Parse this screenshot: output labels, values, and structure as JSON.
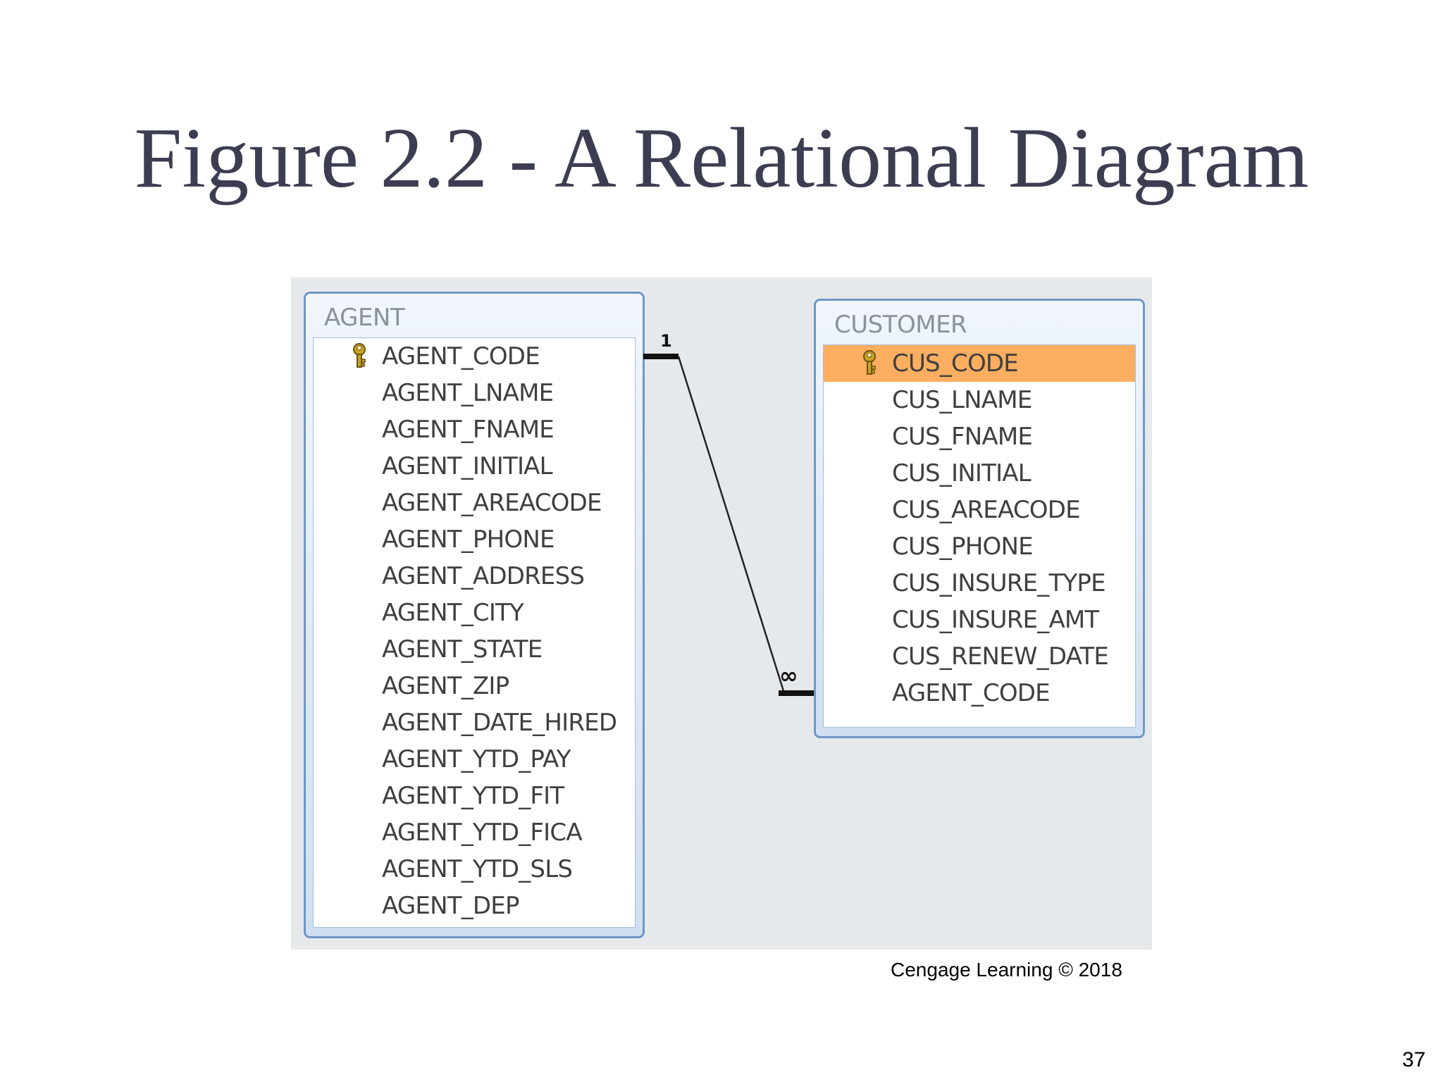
{
  "slide": {
    "title": "Figure 2.2 - A Relational Diagram",
    "credit": "Cengage Learning © 2018",
    "page_number": "37"
  },
  "diagram": {
    "tables": [
      {
        "name": "AGENT",
        "fields": [
          {
            "name": "AGENT_CODE",
            "primary_key": true
          },
          {
            "name": "AGENT_LNAME"
          },
          {
            "name": "AGENT_FNAME"
          },
          {
            "name": "AGENT_INITIAL"
          },
          {
            "name": "AGENT_AREACODE"
          },
          {
            "name": "AGENT_PHONE"
          },
          {
            "name": "AGENT_ADDRESS"
          },
          {
            "name": "AGENT_CITY"
          },
          {
            "name": "AGENT_STATE"
          },
          {
            "name": "AGENT_ZIP"
          },
          {
            "name": "AGENT_DATE_HIRED"
          },
          {
            "name": "AGENT_YTD_PAY"
          },
          {
            "name": "AGENT_YTD_FIT"
          },
          {
            "name": "AGENT_YTD_FICA"
          },
          {
            "name": "AGENT_YTD_SLS"
          },
          {
            "name": "AGENT_DEP"
          }
        ]
      },
      {
        "name": "CUSTOMER",
        "fields": [
          {
            "name": "CUS_CODE",
            "primary_key": true,
            "selected": true
          },
          {
            "name": "CUS_LNAME"
          },
          {
            "name": "CUS_FNAME"
          },
          {
            "name": "CUS_INITIAL"
          },
          {
            "name": "CUS_AREACODE"
          },
          {
            "name": "CUS_PHONE"
          },
          {
            "name": "CUS_INSURE_TYPE"
          },
          {
            "name": "CUS_INSURE_AMT"
          },
          {
            "name": "CUS_RENEW_DATE"
          },
          {
            "name": "AGENT_CODE"
          }
        ]
      }
    ],
    "relationship": {
      "from": "AGENT.AGENT_CODE",
      "to": "CUSTOMER.AGENT_CODE",
      "from_label": "1",
      "to_label": "∞"
    },
    "colors": {
      "window_border": "#6f97c6",
      "selected_row": "#fbae60",
      "key_icon": "#c9a227",
      "panel_background": "#e6e9ec"
    },
    "icons": {
      "primary_key": "key-icon"
    }
  }
}
